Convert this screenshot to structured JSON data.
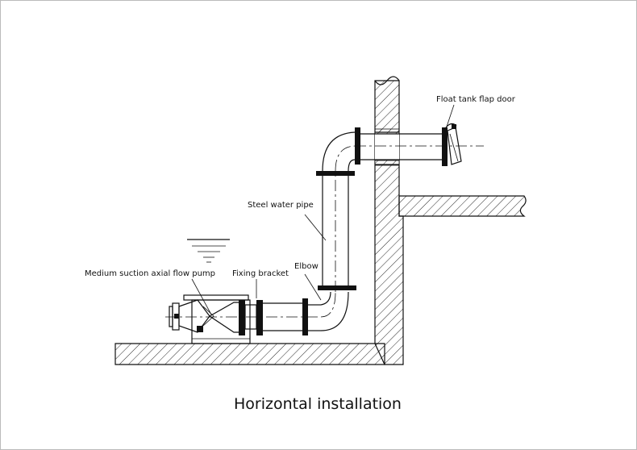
{
  "labels": {
    "float_door": "Float tank flap door",
    "steel_pipe": "Steel water pipe",
    "pump": "Medium suction axial flow pump",
    "bracket": "Fixing bracket",
    "elbow": "Elbow"
  },
  "caption": "Horizontal installation"
}
